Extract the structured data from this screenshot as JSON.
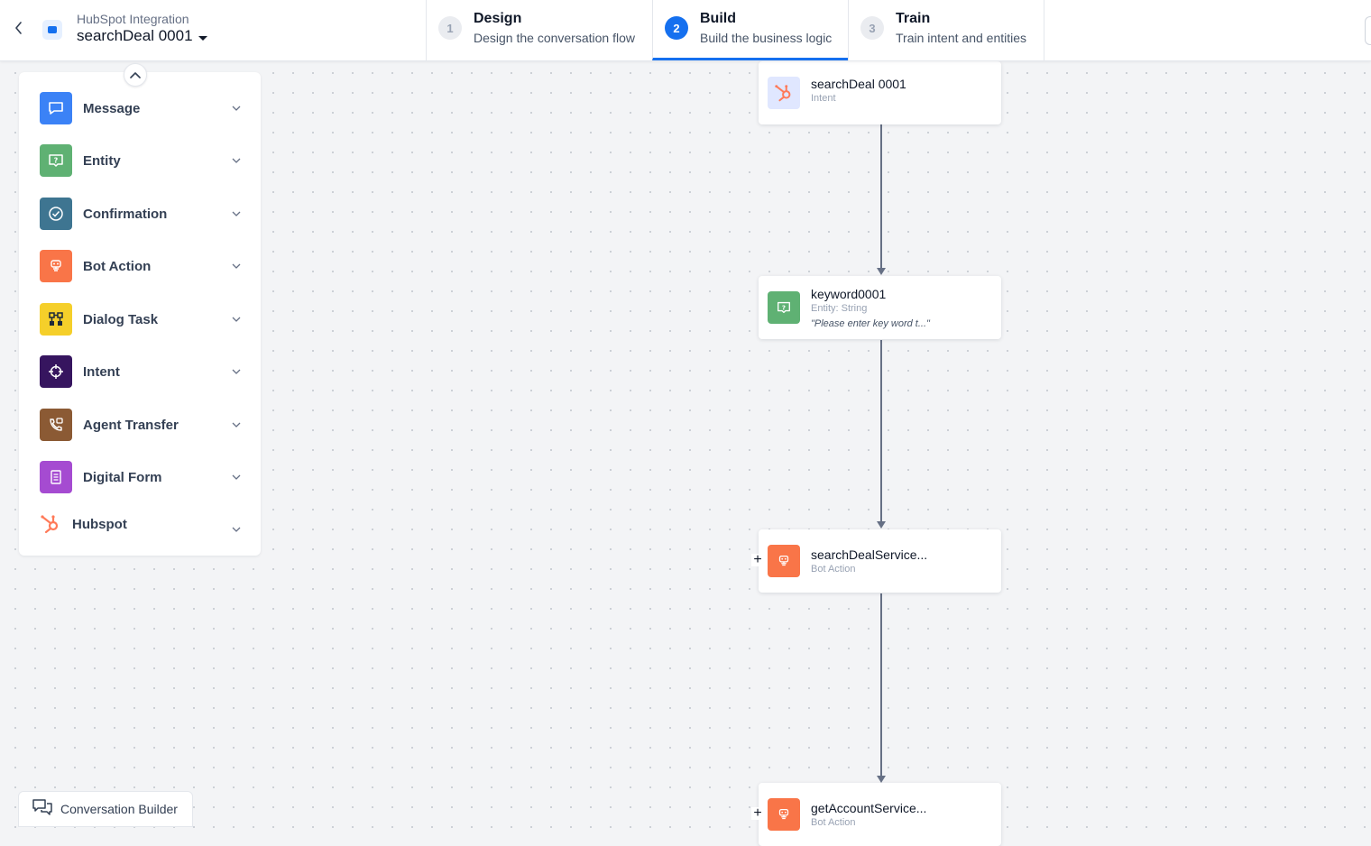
{
  "header": {
    "app_name": "HubSpot Integration",
    "bot_name": "searchDeal 0001",
    "steps": [
      {
        "number": "1",
        "title": "Design",
        "subtitle": "Design the conversation flow",
        "active": false
      },
      {
        "number": "2",
        "title": "Build",
        "subtitle": "Build the business logic",
        "active": true
      },
      {
        "number": "3",
        "title": "Train",
        "subtitle": "Train intent and entities",
        "active": false
      }
    ]
  },
  "palette": {
    "items": [
      {
        "label": "Message",
        "icon": "message-icon",
        "color": "#3b82f6"
      },
      {
        "label": "Entity",
        "icon": "entity-icon",
        "color": "#5fb173"
      },
      {
        "label": "Confirmation",
        "icon": "confirmation-icon",
        "color": "#3e7591"
      },
      {
        "label": "Bot Action",
        "icon": "bot-action-icon",
        "color": "#f97548"
      },
      {
        "label": "Dialog Task",
        "icon": "dialog-task-icon",
        "color": "#f5cf2a"
      },
      {
        "label": "Intent",
        "icon": "intent-icon",
        "color": "#36155f"
      },
      {
        "label": "Agent Transfer",
        "icon": "agent-transfer-icon",
        "color": "#8b5a34"
      },
      {
        "label": "Digital Form",
        "icon": "digital-form-icon",
        "color": "#a54bd1"
      },
      {
        "label": "Hubspot",
        "icon": "hubspot-icon",
        "color": "#ff7a59"
      }
    ]
  },
  "canvas": {
    "nodes": [
      {
        "title": "searchDeal 0001",
        "type": "Intent",
        "prompt": "",
        "icon": "hubspot-icon"
      },
      {
        "title": "keyword0001",
        "type": "Entity: String",
        "prompt": "\"Please enter key word t...\"",
        "icon": "entity-icon"
      },
      {
        "title": "searchDealService...",
        "type": "Bot Action",
        "prompt": "",
        "icon": "bot-action-icon"
      },
      {
        "title": "getAccountService...",
        "type": "Bot Action",
        "prompt": "",
        "icon": "bot-action-icon"
      }
    ]
  },
  "footer": {
    "conversation_builder_label": "Conversation Builder"
  },
  "colors": {
    "accent": "#1570ef",
    "connector": "#667085"
  }
}
